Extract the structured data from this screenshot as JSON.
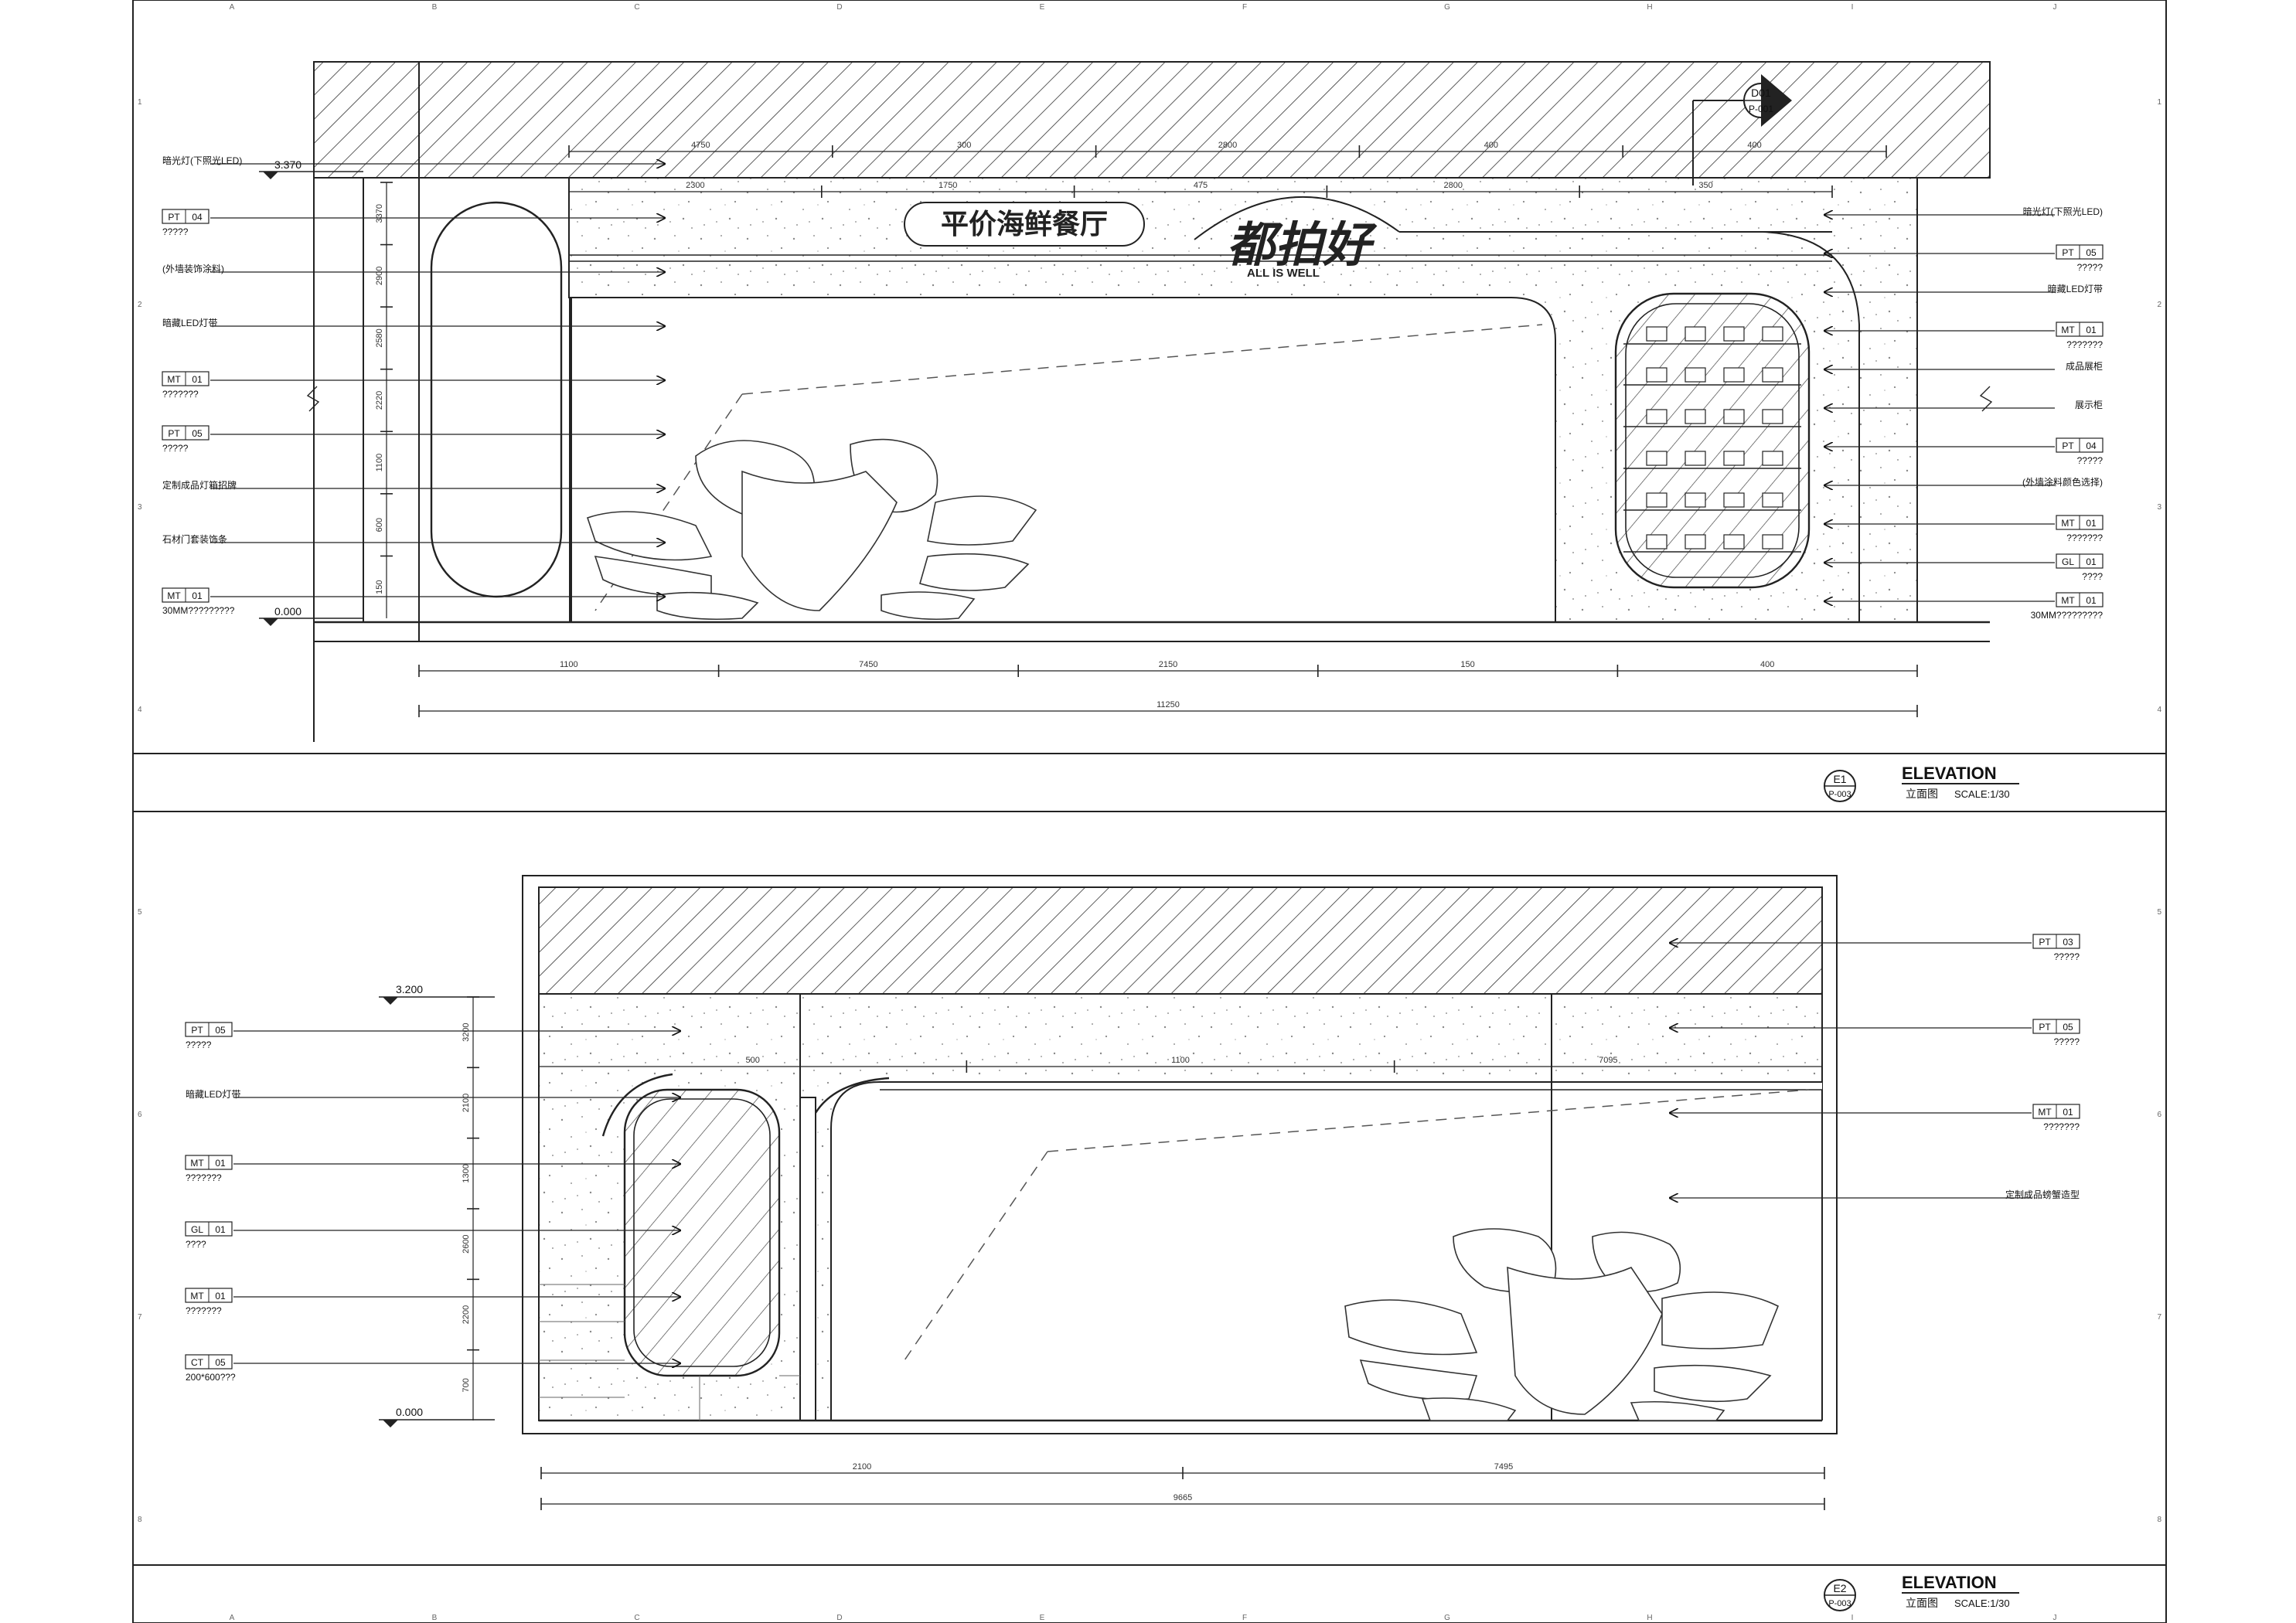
{
  "sheet": {
    "grid_cols": [
      "A",
      "B",
      "C",
      "D",
      "E",
      "F",
      "G",
      "H",
      "I",
      "J"
    ],
    "grid_rows": [
      "1",
      "2",
      "3",
      "4",
      "5",
      "6",
      "7",
      "8"
    ]
  },
  "elevation1": {
    "title": "ELEVATION",
    "subtitle": "立面图",
    "scale": "SCALE:1/30",
    "ref_no": "E1",
    "ref_sheet": "P-003",
    "section_mark": "D01",
    "section_sheet": "P-001",
    "levels": [
      "3.370",
      "0.000"
    ],
    "sign_text": "平价海鲜餐厅",
    "logo_text": "都拍好",
    "logo_sub": "ALL IS WELL",
    "left_tags": [
      {
        "code": "",
        "note": "暗光灯(下照光LED)"
      },
      {
        "code": "PT 04",
        "note": "?????"
      },
      {
        "code": "",
        "note": "(外墙装饰涂料)"
      },
      {
        "code": "",
        "note": "暗藏LED灯带"
      },
      {
        "code": "MT 01",
        "note": "???????"
      },
      {
        "code": "PT 05",
        "note": "?????"
      },
      {
        "code": "",
        "note": "定制成品灯箱招牌"
      },
      {
        "code": "",
        "note": "石材门套装饰条"
      },
      {
        "code": "MT 01",
        "note": "30MM?????????"
      }
    ],
    "right_tags": [
      {
        "code": "",
        "note": "暗光灯(下照光LED)"
      },
      {
        "code": "PT 05",
        "note": "?????"
      },
      {
        "code": "",
        "note": "暗藏LED灯带"
      },
      {
        "code": "MT 01",
        "note": "???????"
      },
      {
        "code": "",
        "note": "成品展柜"
      },
      {
        "code": "",
        "note": "展示柜"
      },
      {
        "code": "PT 04",
        "note": "?????"
      },
      {
        "code": "",
        "note": "(外墙涂料颜色选择)"
      },
      {
        "code": "MT 01",
        "note": "???????"
      },
      {
        "code": "GL 01",
        "note": "????"
      },
      {
        "code": "MT 01",
        "note": "30MM?????????"
      }
    ],
    "top_dims": [
      "4750",
      "300",
      "2800",
      "400",
      "400"
    ],
    "sub_dims": [
      "2300",
      "1750",
      "475",
      "2800",
      "350"
    ],
    "bottom_dims": [
      "1100",
      "7450",
      "2150",
      "150",
      "400"
    ],
    "overall_dim": "11250",
    "vert_dims": [
      "3370",
      "2900",
      "2580",
      "2220",
      "1100",
      "600",
      "150"
    ]
  },
  "elevation2": {
    "title": "ELEVATION",
    "subtitle": "立面图",
    "scale": "SCALE:1/30",
    "ref_no": "E2",
    "ref_sheet": "P-003",
    "levels": [
      "3.200",
      "0.000"
    ],
    "left_tags": [
      {
        "code": "PT 05",
        "note": "?????"
      },
      {
        "code": "",
        "note": "暗藏LED灯带"
      },
      {
        "code": "MT 01",
        "note": "???????"
      },
      {
        "code": "GL 01",
        "note": "????"
      },
      {
        "code": "MT 01",
        "note": "???????"
      },
      {
        "code": "CT 05",
        "note": "200*600???"
      }
    ],
    "right_tags": [
      {
        "code": "PT 03",
        "note": "?????"
      },
      {
        "code": "PT 05",
        "note": "?????"
      },
      {
        "code": "MT 01",
        "note": "???????"
      },
      {
        "code": "",
        "note": "定制成品螃蟹造型"
      }
    ],
    "top_dims": [
      "500",
      "1100",
      "7095"
    ],
    "bottom_dims": [
      "2100",
      "7495"
    ],
    "overall_dim": "9665",
    "vert_dims": [
      "3200",
      "2100",
      "1300",
      "2600",
      "2200",
      "700"
    ]
  }
}
